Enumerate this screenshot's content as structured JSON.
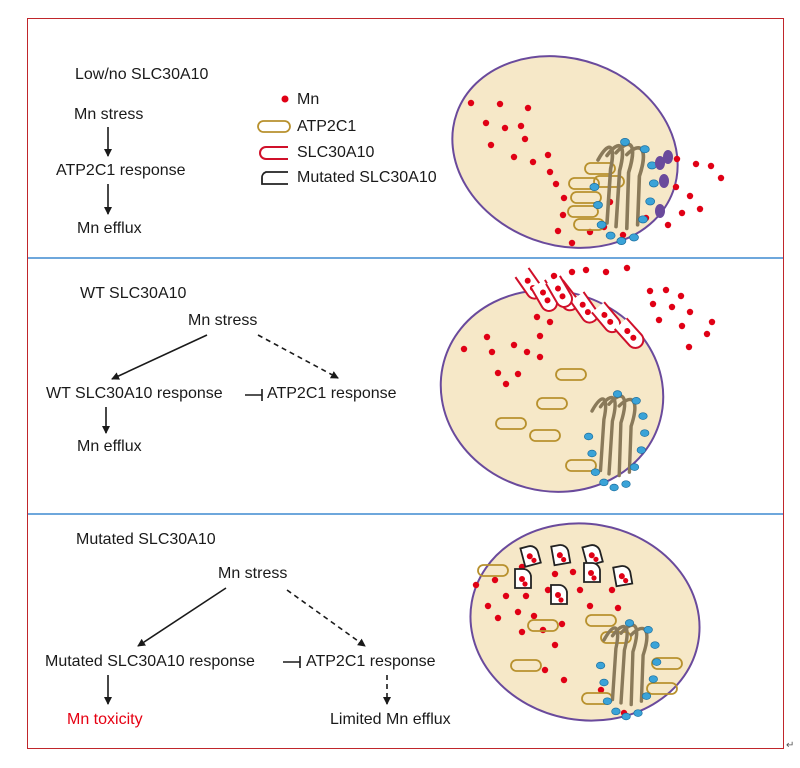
{
  "colors": {
    "border": "#c0262b",
    "divider": "#6ea7dc",
    "cell_fill": "#f6e8c8",
    "cell_outline": "#6a4a9c",
    "mn": "#e00015",
    "atp2c1": "#b8912e",
    "slc30a10": "#d0102a",
    "golgi": "#8a7a5a",
    "vesicle": "#3aa3d8",
    "toxicity_text": "#e60012"
  },
  "legend": {
    "mn": "Mn",
    "atp2c1": "ATP2C1",
    "slc30a10": "SLC30A10",
    "mutated": "Mutated SLC30A10"
  },
  "panels": [
    {
      "title": "Low/no SLC30A10",
      "stress": "Mn stress",
      "response": "ATP2C1 response",
      "outcome": "Mn efflux"
    },
    {
      "title": "WT SLC30A10",
      "stress": "Mn stress",
      "response_left": "WT SLC30A10 response",
      "response_right": "ATP2C1 response",
      "outcome": "Mn efflux"
    },
    {
      "title": "Mutated SLC30A10",
      "stress": "Mn stress",
      "response_left": "Mutated SLC30A10 response",
      "response_right": "ATP2C1 response",
      "outcome_left": "Mn toxicity",
      "outcome_right": "Limited Mn efflux"
    }
  ]
}
